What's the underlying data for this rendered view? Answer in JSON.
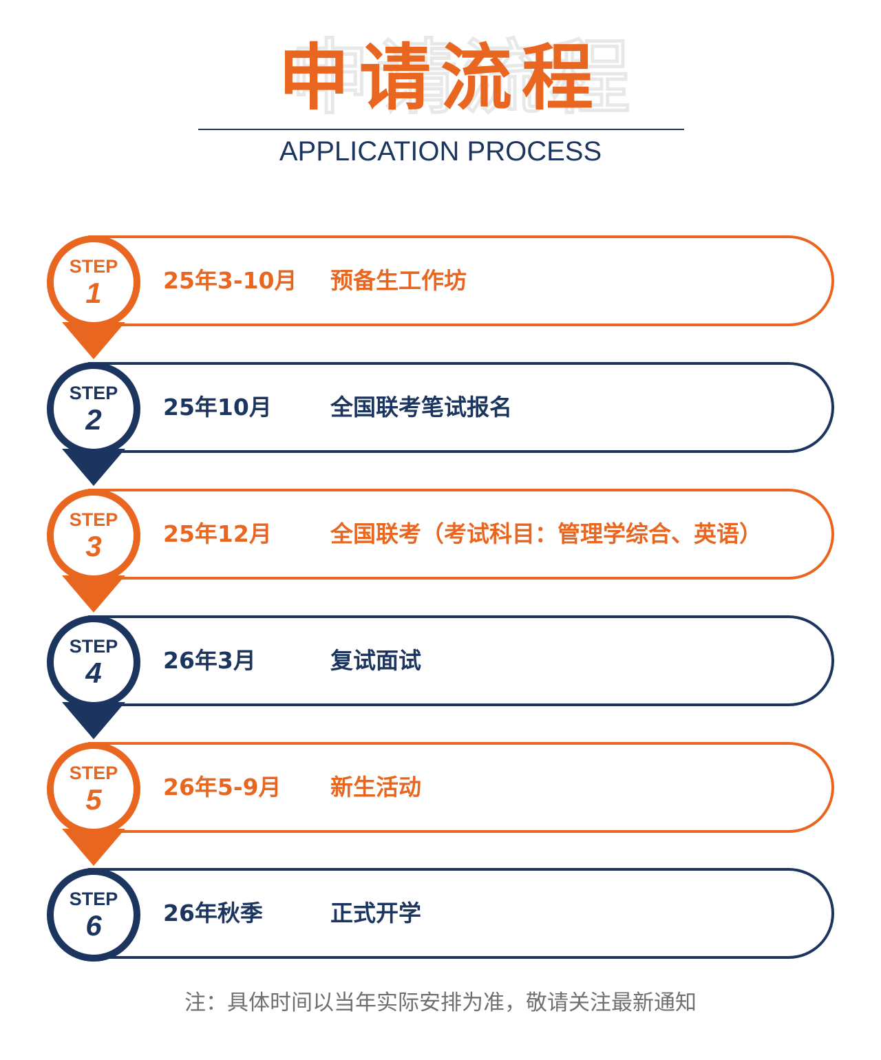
{
  "header": {
    "title": "申请流程",
    "subtitle": "APPLICATION PROCESS"
  },
  "colors": {
    "orange": "#e8661f",
    "navy": "#1b355e"
  },
  "steps": [
    {
      "label": "STEP",
      "number": "1",
      "date": "25年3-10月",
      "event": "预备生工作坊",
      "theme": "orange"
    },
    {
      "label": "STEP",
      "number": "2",
      "date": "25年10月",
      "event": "全国联考笔试报名",
      "theme": "navy"
    },
    {
      "label": "STEP",
      "number": "3",
      "date": "25年12月",
      "event": "全国联考（考试科目：管理学综合、英语）",
      "theme": "orange"
    },
    {
      "label": "STEP",
      "number": "4",
      "date": "26年3月",
      "event": "复试面试",
      "theme": "navy"
    },
    {
      "label": "STEP",
      "number": "5",
      "date": "26年5-9月",
      "event": "新生活动",
      "theme": "orange"
    },
    {
      "label": "STEP",
      "number": "6",
      "date": "26年秋季",
      "event": "正式开学",
      "theme": "navy"
    }
  ],
  "note": "注：具体时间以当年实际安排为准，敬请关注最新通知"
}
